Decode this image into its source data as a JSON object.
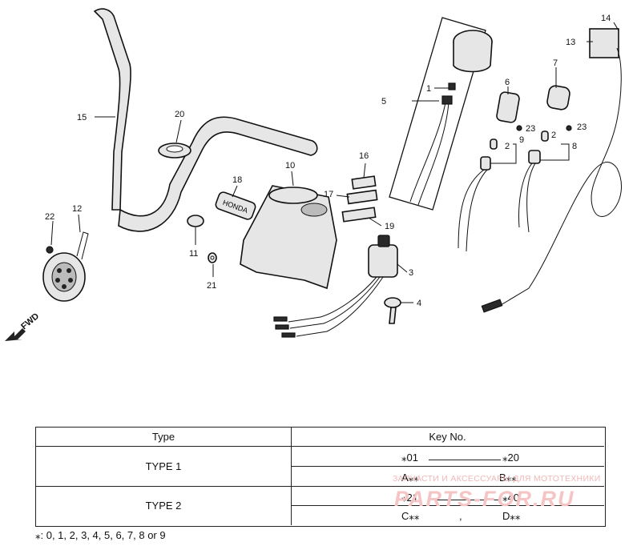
{
  "callouts": [
    "1",
    "2",
    "2",
    "3",
    "4",
    "5",
    "6",
    "7",
    "8",
    "9",
    "10",
    "11",
    "12",
    "13",
    "14",
    "15",
    "16",
    "17",
    "18",
    "19",
    "20",
    "21",
    "22",
    "23",
    "23"
  ],
  "emblem_text": "HONDA",
  "fwd_label": "FWD",
  "table": {
    "header_type": "Type",
    "header_key": "Key No.",
    "rows": [
      {
        "type": "TYPE  1",
        "key_top_left": "⁎01",
        "key_top_right": "⁎20",
        "key_bottom_left": "A⁎⁎",
        "key_bottom_right": "B⁎⁎"
      },
      {
        "type": "TYPE  2",
        "key_top_left": "⁎21",
        "key_top_right": "⁎40",
        "key_bottom_left": "C⁎⁎",
        "key_bottom_sep": ",",
        "key_bottom_right": "D⁎⁎"
      }
    ]
  },
  "footnote": "⁎: 0, 1, 2, 3, 4, 5, 6, 7, 8 or 9",
  "watermark": {
    "line1": "ЗАПЧАСТИ И АКСЕССУАРЫ ДЛЯ МОТОТЕХНИКИ",
    "line2": "PARTS-FOR.RU"
  }
}
